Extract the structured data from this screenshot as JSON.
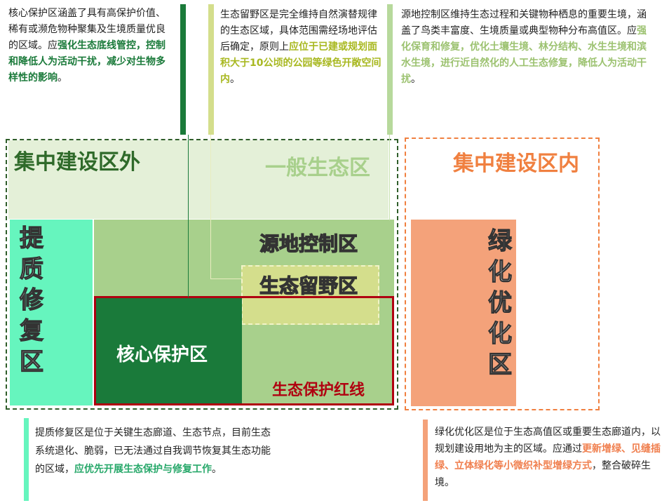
{
  "top_notes": {
    "core": {
      "text_before": "核心保护区涵盖了具有高保护价值、稀有或濒危物种聚集及生境质量优良的区域。应",
      "highlight": "强化生态底线管控，控制和降低人为活动干扰，减少对生物多样性的影响",
      "text_after": "。",
      "highlight_color": "#1a7a3a"
    },
    "wild": {
      "text_before": "生态留野区是完全维持自然演替规律的生态区域，具体范围需经场地评估后确定，原则上",
      "highlight": "应位于已建或规划面积大于10公顷的公园等绿色开敞空间内",
      "text_after": "。",
      "highlight_color": "#a8b820"
    },
    "source": {
      "text_before": "源地控制区维持生态过程和关键物种栖息的重要生境，涵盖了鸟类丰富度、生境质量或典型物种分布高值区。应",
      "highlight": "强化保育和修复，优化土壤生境、林分结构、水生生境和滨水生境，进行近自然化的人工生态修复，降低人为活动干扰",
      "text_after": "。",
      "highlight_color": "#9cc270"
    }
  },
  "zones": {
    "outside_title": "集中建设区外",
    "general_title": "一般生态区",
    "inside_title": "集中建设区内",
    "restore_title": "提质修复区",
    "source_control": "源地控制区",
    "wild_reserve": "生态留野区",
    "core_protect": "核心保护区",
    "redline": "生态保护红线",
    "green_optimize": "绿化优化区"
  },
  "bottom_notes": {
    "restore": {
      "text_before": "提质修复区是位于关键生态廊道、生态节点，目前生态系统退化、脆弱，已无法通过自我调节恢复其生态功能的区域，",
      "highlight": "应优先开展生态保护与修复工作",
      "text_after": "。",
      "highlight_color": "#27a86a"
    },
    "green": {
      "text_before": "绿化优化区是位于生态高值区或重要生态廊道内，以规划建设用地为主的区域。应通过",
      "highlight": "更新增绿、见缝插绿、立体绿化等小微织补型增绿方式",
      "text_after": "，整合破碎生境。",
      "highlight_color": "#f08050"
    }
  },
  "colors": {
    "core_green": "#1a7a3a",
    "wild_yellow": "#d4de8c",
    "source_green": "#a8d08c",
    "general_bg": "#e4f0d8",
    "restore_teal": "#66f5be",
    "optimize_salmon": "#f4a27a",
    "redline": "#b00010",
    "inside_border": "#f08040"
  }
}
